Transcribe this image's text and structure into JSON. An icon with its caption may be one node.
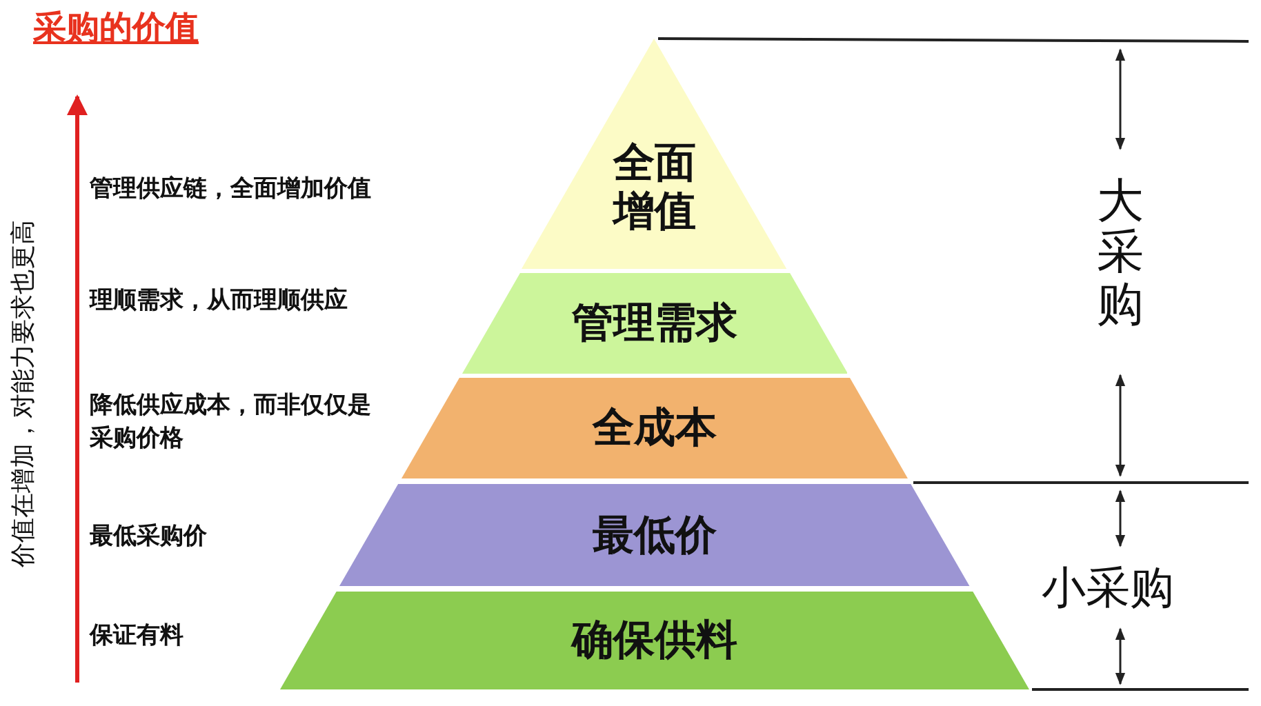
{
  "diagram": {
    "title": "采购的价值",
    "nodes": [
      {
        "text": [
          "全面增值"
        ]
      },
      {
        "text": [
          "管理需求"
        ]
      },
      {
        "text": [
          "全成本"
        ]
      },
      {
        "text": [
          "最低价"
        ]
      },
      {
        "text": [
          "确保供料"
        ]
      }
    ],
    "labels": [
      "管理供应链，全面增加价值",
      "理顺需求，从而理顺供应",
      "降低供应成本，而非仅仅是采购价格",
      "最低采购价",
      "保证有料",
      "价值在增加，对能力要求也更高",
      "大采购",
      "小采购"
    ]
  }
}
